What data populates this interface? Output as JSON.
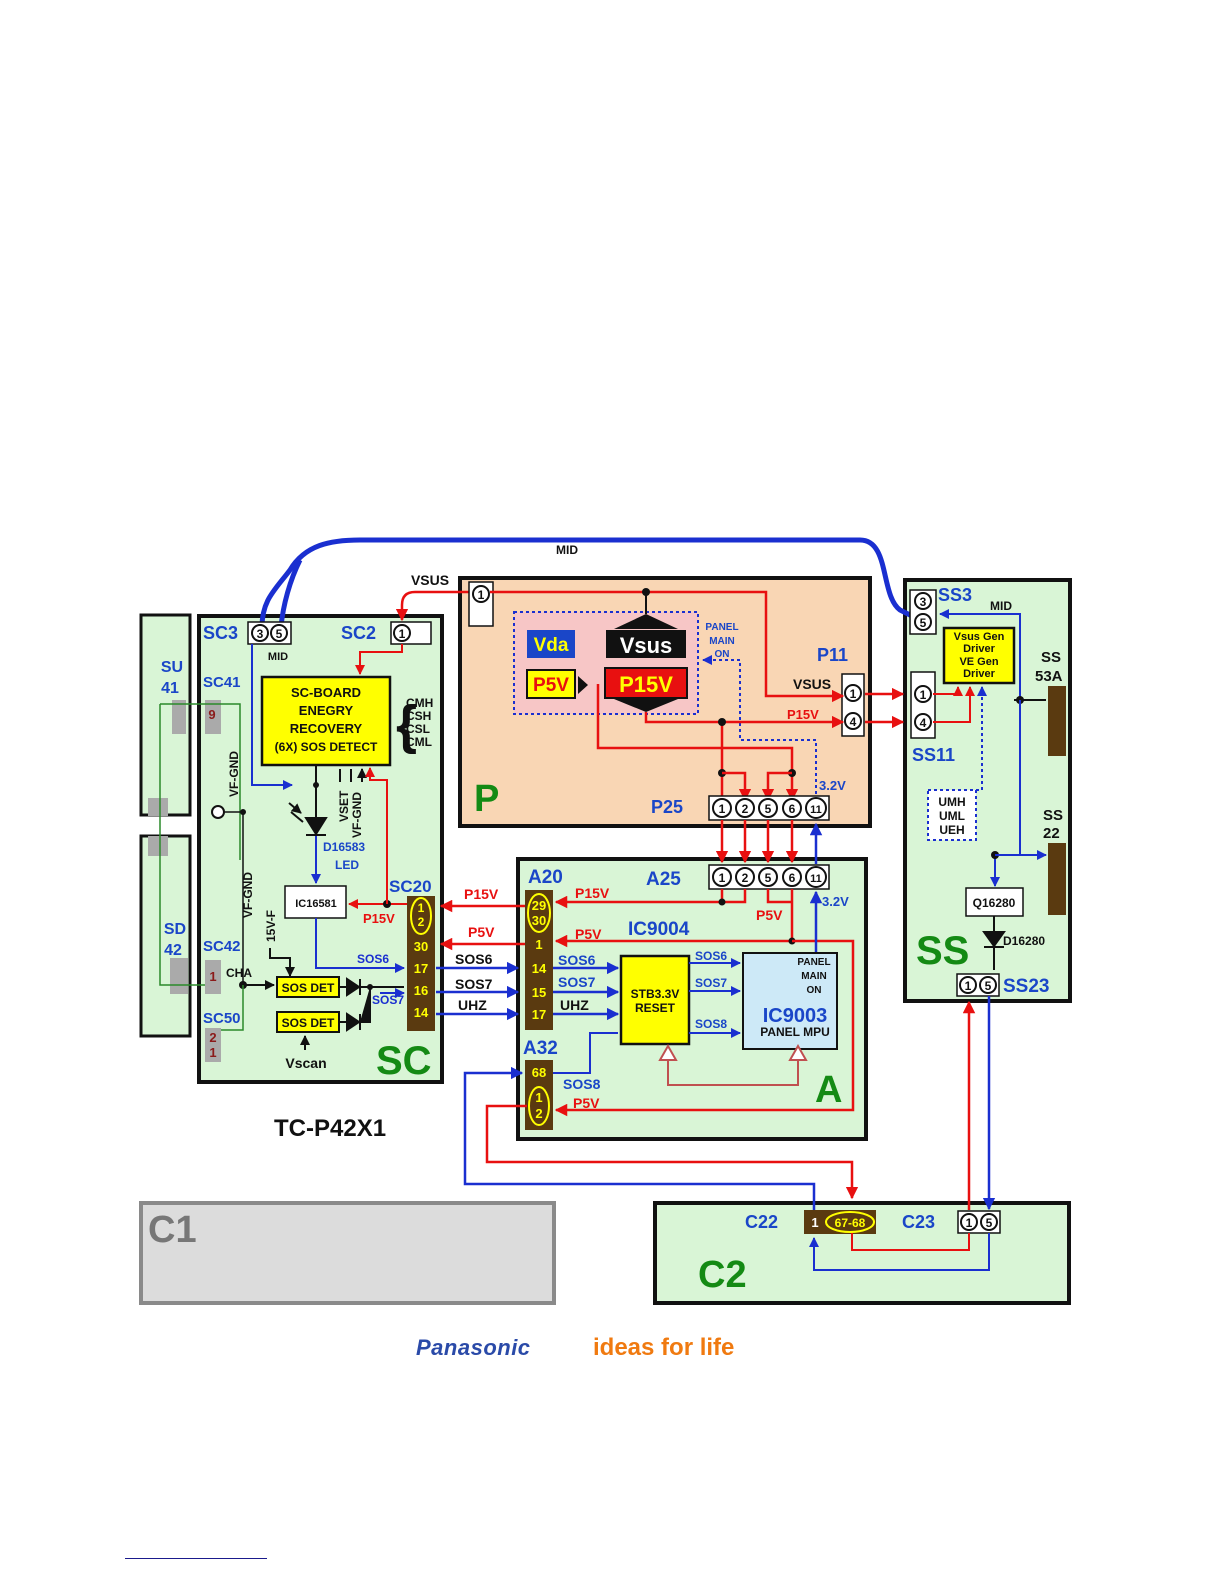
{
  "model": "TC-P42X1",
  "boards": {
    "su": {
      "label_line1": "SU",
      "label_line2": "41"
    },
    "sd": {
      "label_line1": "SD",
      "label_line2": "42"
    },
    "sc": {
      "name": "SC",
      "conn_sc3": "SC3",
      "sc3_pin_a": "3",
      "sc3_pin_b": "5",
      "conn_sc2": "SC2",
      "sc2_pin": "1",
      "conn_sc41": "SC41",
      "sc41_pin": "9",
      "conn_sc42": "SC42",
      "sc42_pin": "1",
      "conn_sc50": "SC50",
      "sc50_pin_a": "2",
      "sc50_pin_b": "1",
      "conn_sc20": "SC20",
      "sc20_pins": [
        "30",
        "17",
        "16",
        "14"
      ],
      "sc20_top_pin_a": "1",
      "sc20_top_pin_b": "2",
      "block_title": [
        "SC-BOARD",
        "ENEGRY",
        "RECOVERY",
        "(6X) SOS DETECT"
      ],
      "brace_labels": [
        "CMH",
        "CSH",
        "CSL",
        "CML"
      ],
      "ic": "IC16581",
      "led_ref": "D16583",
      "led_label": "LED",
      "sos_det_1": "SOS DET",
      "sos_det_2": "SOS DET",
      "vset": "VSET",
      "vf_gnd_small": "VF-GND",
      "vf_gnd_1": "VF-GND",
      "vf_gnd_2": "VF-GND",
      "v15f": "15V-F",
      "cha": "CHA",
      "vscan": "Vscan",
      "mid": "MID",
      "p15v": "P15V",
      "sos6": "SOS6",
      "sos7": "SOS7"
    },
    "p": {
      "name": "P",
      "conn_p11": "P11",
      "conn_p25": "P25",
      "p25_pins": [
        "1",
        "2",
        "5",
        "6",
        "11"
      ],
      "p11_pins": [
        "1",
        "4"
      ],
      "pin1": "1",
      "vda": "Vda",
      "vsus": "Vsus",
      "p5v": "P5V",
      "p15v": "P15V",
      "panel_main_on": [
        "PANEL",
        "MAIN",
        "ON"
      ],
      "vsus_label": "VSUS",
      "p15v_label": "P15V",
      "v32": "3.2V"
    },
    "a": {
      "name": "A",
      "conn_a20": "A20",
      "conn_a25": "A25",
      "conn_a32": "A32",
      "a25_pins": [
        "1",
        "2",
        "5",
        "6",
        "11"
      ],
      "a20_top_pin_a": "29",
      "a20_top_pin_b": "30",
      "a20_pins": [
        "1",
        "14",
        "15",
        "17"
      ],
      "a32_pin": "68",
      "a32_pin_a": "1",
      "a32_pin_b": "2",
      "ic9004": "IC9004",
      "stb_lines": [
        "STB3.3V",
        "RESET"
      ],
      "ic9003": "IC9003",
      "panel_mpu": "PANEL MPU",
      "panel_main_on": [
        "PANEL",
        "MAIN",
        "ON"
      ],
      "p15v": "P15V",
      "p5v": "P5V",
      "p5v_2": "P5V",
      "p5v_3": "P5V",
      "v32": "3.2V",
      "sos6": "SOS6",
      "sos7": "SOS7",
      "uhz": "UHZ",
      "sos6_b": "SOS6",
      "sos7_b": "SOS7",
      "sos8": "SOS8",
      "sos8_b": "SOS8"
    },
    "ss": {
      "name": "SS",
      "conn_ss3": "SS3",
      "ss3_pins": [
        "3",
        "5"
      ],
      "conn_ss11": "SS11",
      "ss11_pins": [
        "1",
        "4"
      ],
      "conn_ss53a": [
        "SS",
        "53A"
      ],
      "conn_ss22": [
        "SS",
        "22"
      ],
      "conn_ss23": "SS23",
      "ss23_pins": [
        "1",
        "5"
      ],
      "driver_lines": [
        "Vsus Gen",
        "Driver",
        "VE Gen",
        "Driver"
      ],
      "umh_lines": [
        "UMH",
        "UML",
        "UEH"
      ],
      "q": "Q16280",
      "diode": "D16280",
      "mid": "MID"
    },
    "c1": {
      "name": "C1"
    },
    "c2": {
      "name": "C2",
      "conn_c22": "C22",
      "c22_pin": "1",
      "c22_pins": "67-68",
      "conn_c23": "C23",
      "c23_pins": [
        "1",
        "5"
      ]
    }
  },
  "wire_labels": {
    "mid_top": "MID",
    "vsus": "VSUS",
    "p15v": "P15V",
    "p5v": "P5V",
    "sos6": "SOS6",
    "sos7": "SOS7",
    "uhz": "UHZ"
  },
  "footer": {
    "brand": "Panasonic",
    "tagline": "ideas for life"
  },
  "colors": {
    "board_green": "#d9f5d6",
    "power_board": "#f9d6b4",
    "c1_gray": "#dcdcdc",
    "highlight_yellow": "#ffff00",
    "connector_brown": "#5a3a10",
    "signal_blue": "#1a2fd0",
    "power_red": "#e81010",
    "label_blue": "#1a46c8",
    "board_letter_green": "#148a14"
  }
}
